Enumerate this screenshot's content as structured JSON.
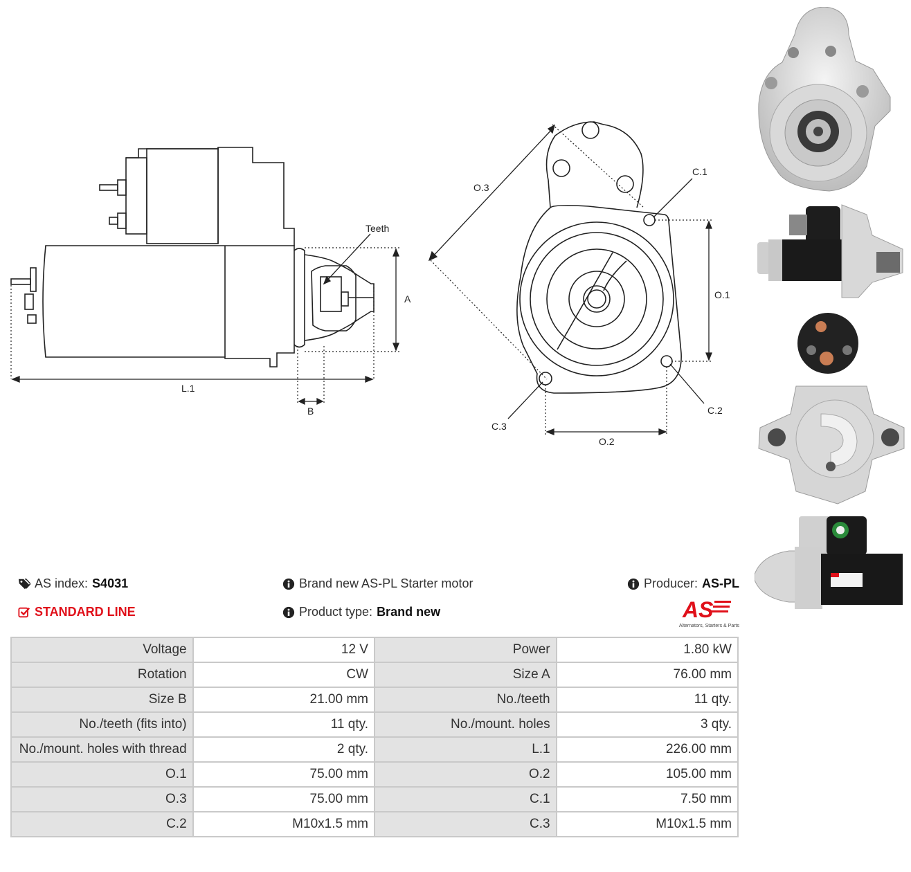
{
  "drawing": {
    "teeth_label": "Teeth",
    "dim_a": "A",
    "dim_b": "B",
    "dim_l1": "L.1",
    "dim_o1": "O.1",
    "dim_o2": "O.2",
    "dim_o3": "O.3",
    "dim_c1": "C.1",
    "dim_c2": "C.2",
    "dim_c3": "C.3"
  },
  "info": {
    "as_index_label": "AS index:",
    "as_index_value": "S4031",
    "line": "STANDARD LINE",
    "description": "Brand new AS-PL Starter motor",
    "product_type_label": "Product type:",
    "product_type_value": "Brand new",
    "producer_label": "Producer:",
    "producer_value": "AS-PL"
  },
  "logo": {
    "mark": "AS",
    "tagline": "Alternators, Starters & Parts"
  },
  "colors": {
    "accent": "#e0101a",
    "key_cell": "#e3e3e3",
    "grid": "#c9c9c9"
  },
  "specs": [
    [
      "Voltage",
      "12 V",
      "Power",
      "1.80 kW"
    ],
    [
      "Rotation",
      "CW",
      "Size A",
      "76.00 mm"
    ],
    [
      "Size B",
      "21.00 mm",
      "No./teeth",
      "11 qty."
    ],
    [
      "No./teeth (fits into)",
      "11 qty.",
      "No./mount. holes",
      "3 qty."
    ],
    [
      "No./mount. holes with thread",
      "2 qty.",
      "L.1",
      "226.00 mm"
    ],
    [
      "O.1",
      "75.00 mm",
      "O.2",
      "105.00 mm"
    ],
    [
      "O.3",
      "75.00 mm",
      "C.1",
      "7.50 mm"
    ],
    [
      "C.2",
      "M10x1.5 mm",
      "C.3",
      "M10x1.5 mm"
    ]
  ]
}
